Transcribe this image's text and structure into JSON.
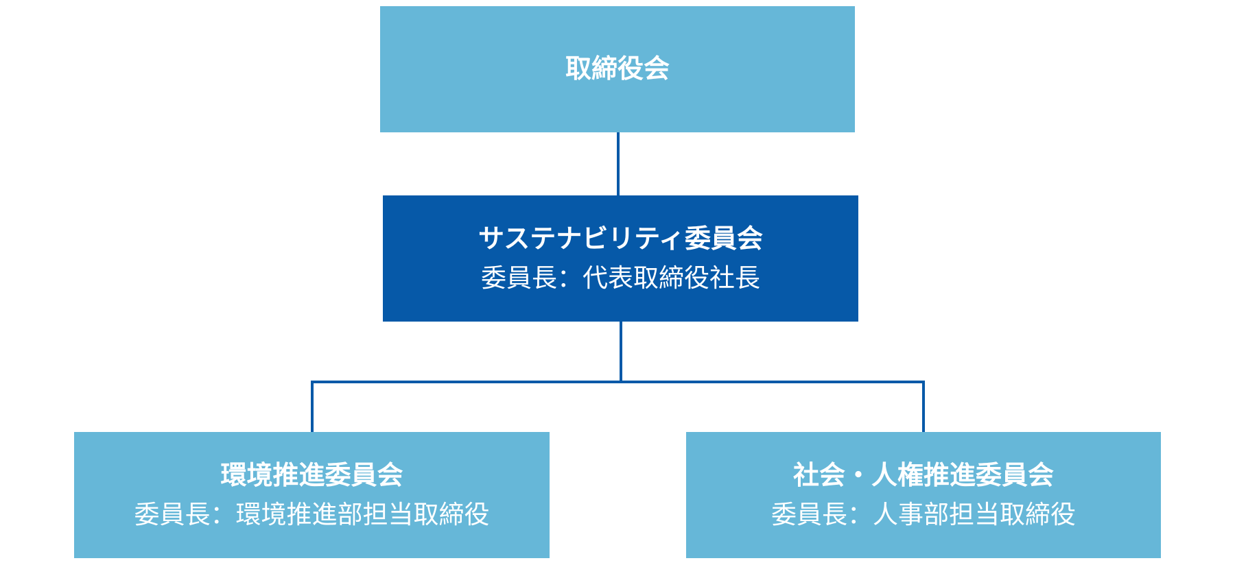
{
  "colors": {
    "light_box": "#66b7d8",
    "dark_box": "#0659a8",
    "connector": "#0659a8",
    "text": "#ffffff"
  },
  "board": {
    "title": "取締役会"
  },
  "sustainability_committee": {
    "title": "サステナビリティ委員会",
    "chair": "委員長：代表取締役社長"
  },
  "environment_committee": {
    "title": "環境推進委員会",
    "chair": "委員長：環境推進部担当取締役"
  },
  "social_committee": {
    "title": "社会・人権推進委員会",
    "chair": "委員長：人事部担当取締役"
  }
}
